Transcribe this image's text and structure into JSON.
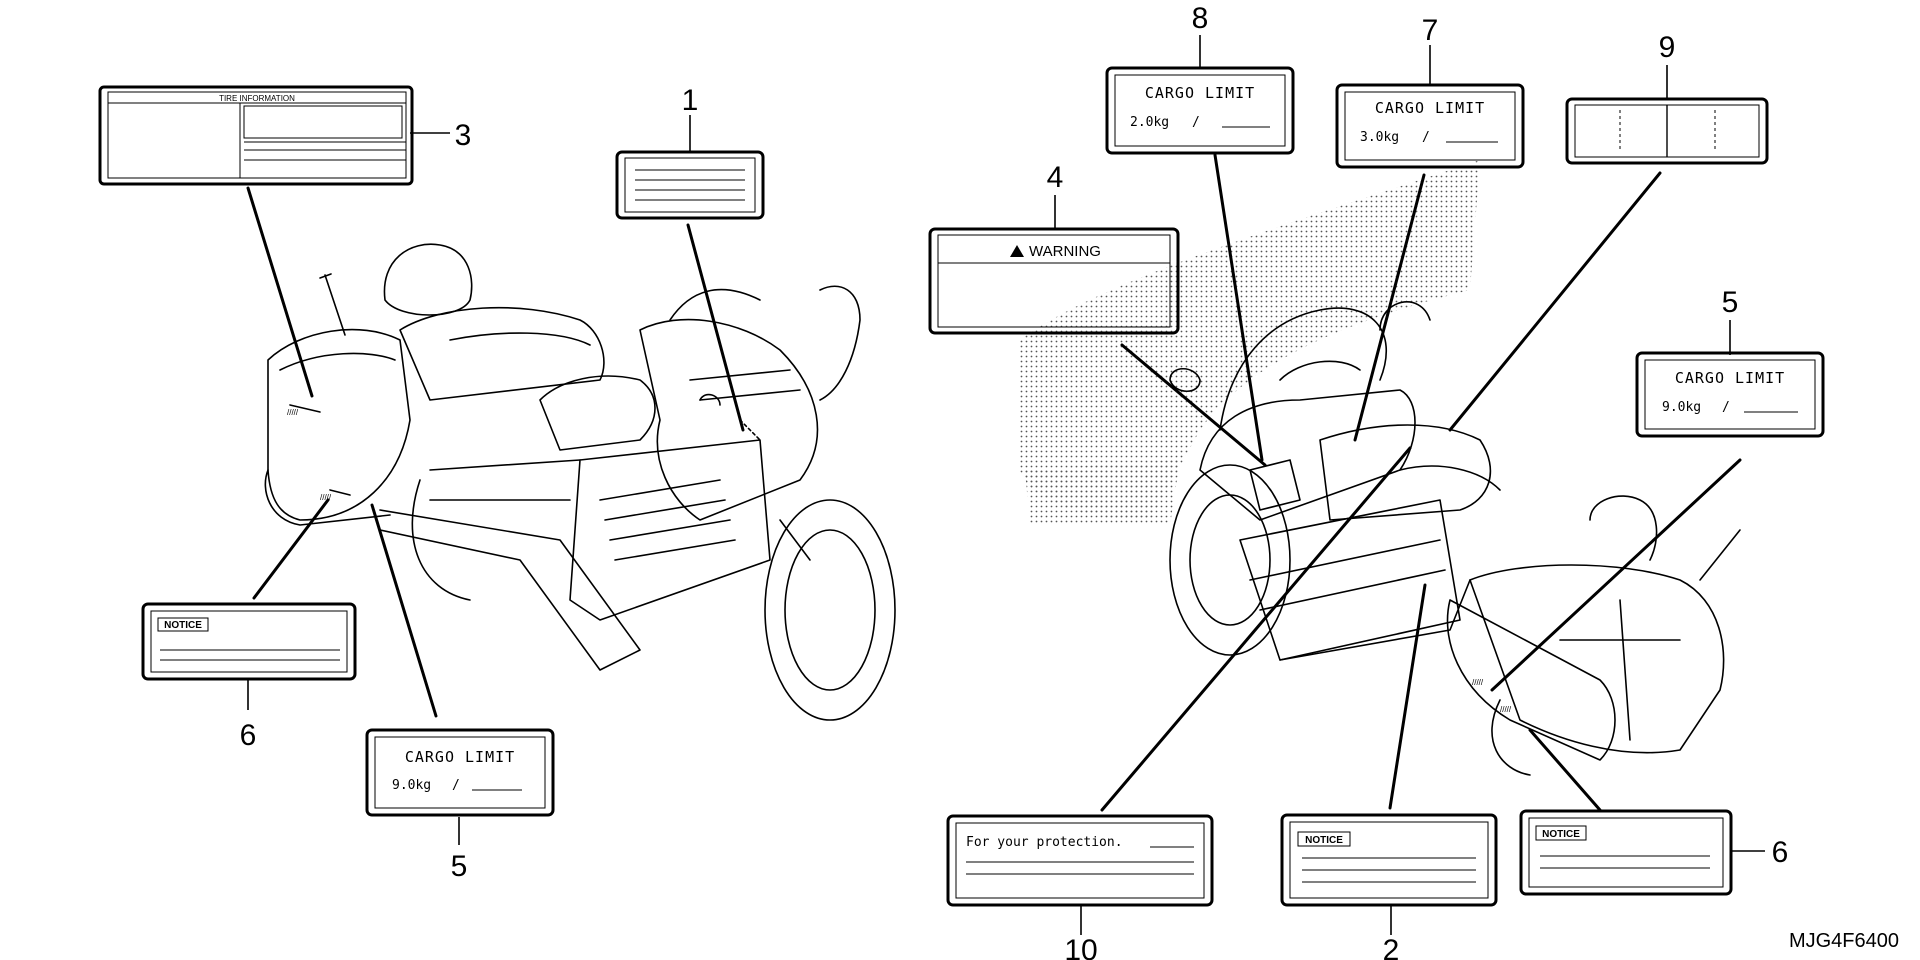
{
  "callouts": {
    "n1": "1",
    "n2": "2",
    "n3": "3",
    "n4": "4",
    "n5_left": "5",
    "n5_right": "5",
    "n6_left": "6",
    "n6_right": "6",
    "n7": "7",
    "n8": "8",
    "n9": "9",
    "n10": "10"
  },
  "labels": {
    "tire_info_title": "TIRE INFORMATION",
    "warning_text": "WARNING",
    "cargo_limit_title": "CARGO LIMIT",
    "cargo_9kg": "9.0kg",
    "cargo_2kg": "2.0kg",
    "cargo_3kg": "3.0kg",
    "cargo_slash": "/",
    "notice_tag": "NOTICE",
    "protection_text": "For your protection."
  },
  "reference_code": "MJG4F6400",
  "colors": {
    "line": "#000000",
    "background": "#ffffff",
    "stipple": "#555555"
  }
}
